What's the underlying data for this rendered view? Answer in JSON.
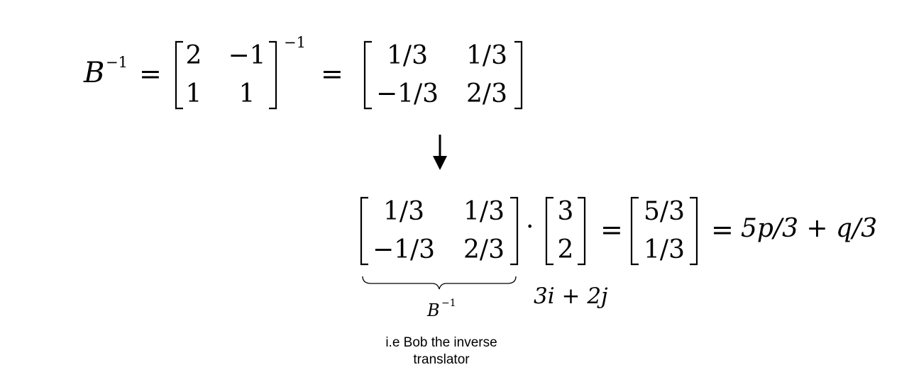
{
  "top_equation": {
    "lhs_symbol": "B",
    "lhs_exponent": "−1",
    "equals": "=",
    "matrix_B": [
      [
        "2",
        "−1"
      ],
      [
        "1",
        "1"
      ]
    ],
    "matrix_B_exponent": "−1",
    "equals_2": "=",
    "matrix_B_inverse": [
      [
        "1/3",
        "1/3"
      ],
      [
        "−1/3",
        "2/3"
      ]
    ]
  },
  "arrow_icon": "down-arrow-icon",
  "bottom_equation": {
    "matrix_B_inverse": [
      [
        "1/3",
        "1/3"
      ],
      [
        "−1/3",
        "2/3"
      ]
    ],
    "dot": "·",
    "vector_in": [
      "3",
      "2"
    ],
    "equals": "=",
    "vector_out": [
      "5/3",
      "1/3"
    ],
    "equals_2": "=",
    "result_expression": "5p/3 + q/3"
  },
  "annotations": {
    "brace_label_symbol": "B",
    "brace_label_exponent": "−1",
    "vector_label": "3i + 2j",
    "caption_line_1": "i.e Bob the inverse",
    "caption_line_2": "translator"
  }
}
